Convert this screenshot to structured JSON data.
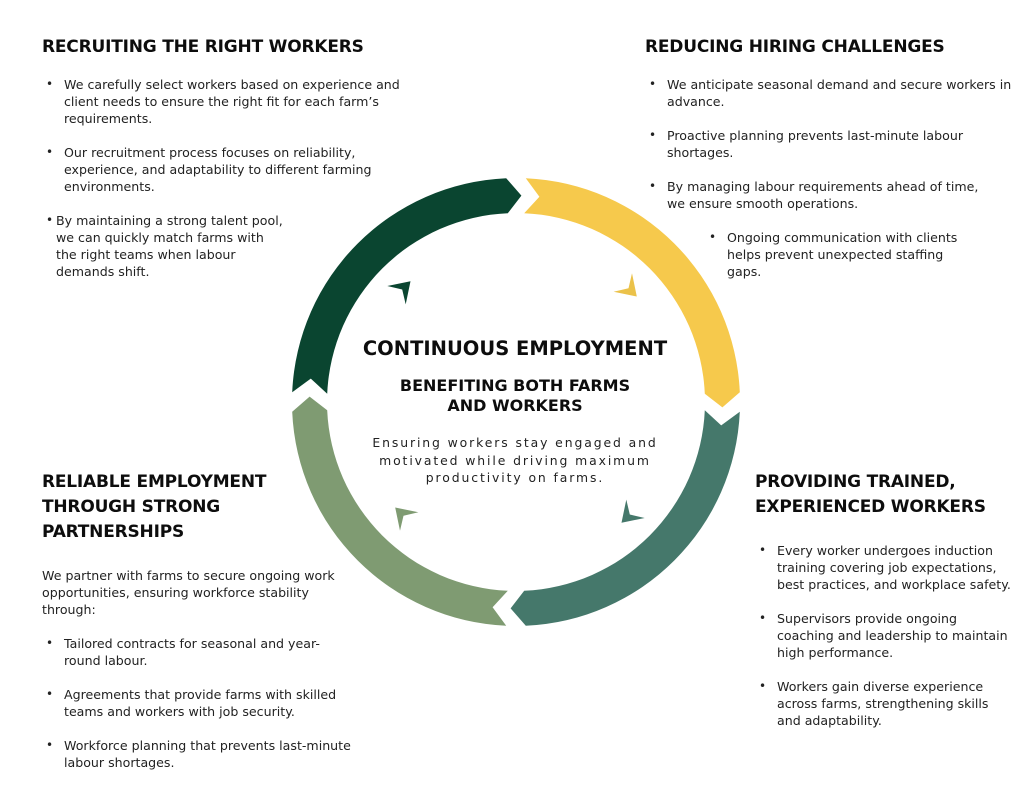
{
  "colors": {
    "dark_green": "#0a4530",
    "yellow": "#f6c94c",
    "teal": "#45786b",
    "sage": "#7f9b72",
    "yellow_arrow": "#ebc24a"
  },
  "center": {
    "title": "CONTINUOUS EMPLOYMENT",
    "subtitle_line1": "BENEFITING BOTH FARMS",
    "subtitle_line2": "AND WORKERS",
    "description": "Ensuring workers stay engaged and motivated while driving maximum productivity on farms."
  },
  "sections": {
    "recruiting": {
      "heading": "RECRUITING THE RIGHT WORKERS",
      "bullets": [
        "We carefully select workers based on experience and client needs to ensure the right fit for each farm’s requirements.",
        "Our recruitment process focuses on reliability, experience, and adaptability to different farming environments.",
        "By maintaining a strong talent pool, we can quickly match farms with the right teams when labour demands shift."
      ]
    },
    "reducing": {
      "heading": "REDUCING HIRING CHALLENGES",
      "bullets": [
        "We anticipate seasonal demand and secure workers in advance.",
        "Proactive planning prevents last-minute labour shortages.",
        "By managing labour requirements ahead of time, we ensure smooth operations.",
        "Ongoing communication with clients helps prevent unexpected staffing gaps."
      ]
    },
    "providing": {
      "heading_line1": "PROVIDING TRAINED,",
      "heading_line2": "EXPERIENCED WORKERS",
      "bullets": [
        "Every worker undergoes induction training covering job expectations, best practices, and workplace safety.",
        "Supervisors provide ongoing coaching and leadership to maintain high performance.",
        "Workers gain diverse experience across farms, strengthening skills and adaptability."
      ]
    },
    "reliable": {
      "heading_line1": "RELIABLE EMPLOYMENT",
      "heading_line2": "THROUGH STRONG",
      "heading_line3": "PARTNERSHIPS",
      "intro": "We partner with farms to secure ongoing work opportunities, ensuring workforce stability through:",
      "bullets": [
        "Tailored contracts for seasonal and year-round labour.",
        "Agreements that provide farms with skilled teams and workers with job security.",
        "Workforce planning that prevents last-minute labour shortages."
      ]
    }
  },
  "cycle": {
    "segments": [
      {
        "name": "recruiting",
        "color_key": "dark_green"
      },
      {
        "name": "reducing",
        "color_key": "yellow"
      },
      {
        "name": "providing",
        "color_key": "teal"
      },
      {
        "name": "reliable",
        "color_key": "sage"
      }
    ]
  }
}
